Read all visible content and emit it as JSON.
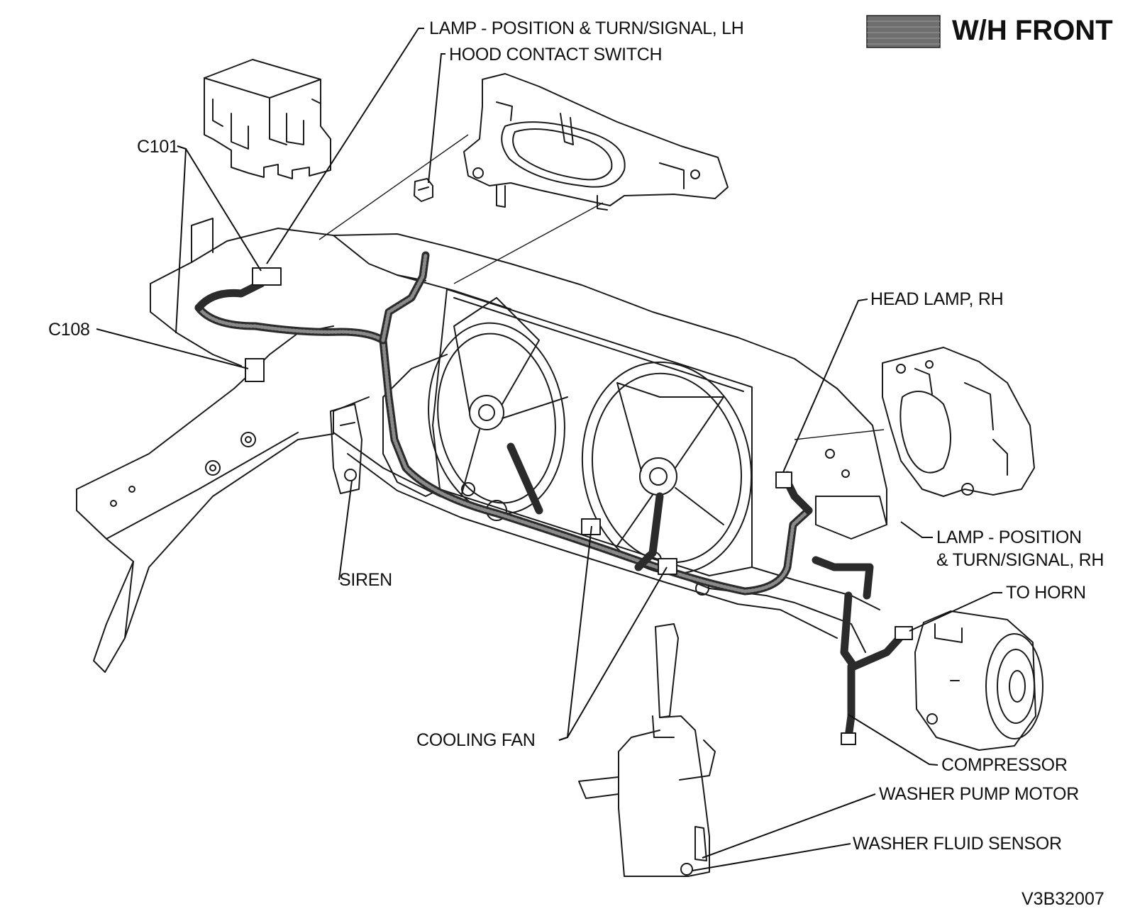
{
  "header": {
    "title": "W/H FRONT",
    "figure_id": "V3B32007"
  },
  "labels": {
    "lamp_lh": "LAMP - POSITION & TURN/SIGNAL, LH",
    "hood_switch": "HOOD CONTACT SWITCH",
    "c101": "C101",
    "c108": "C108",
    "head_lamp_rh": "HEAD LAMP, RH",
    "lamp_rh_line1": "LAMP - POSITION",
    "lamp_rh_line2": "& TURN/SIGNAL, RH",
    "to_horn": "TO HORN",
    "siren": "SIREN",
    "cooling_fan": "COOLING FAN",
    "compressor": "COMPRESSOR",
    "washer_pump": "WASHER PUMP MOTOR",
    "washer_sensor": "WASHER FLUID SENSOR"
  }
}
